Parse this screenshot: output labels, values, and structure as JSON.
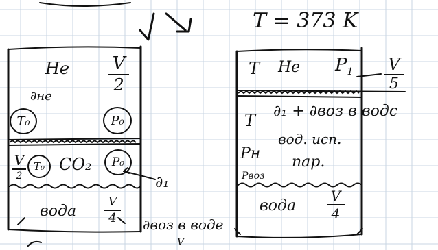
{
  "right": {
    "temperature": "T = 373 K",
    "piston_left_T": "T",
    "gas": "He",
    "pressure": "P",
    "pressure_sub": "1",
    "vol_num": "V",
    "vol_den": "5",
    "mid_T": "T",
    "mid_label": "∂₁ + ∂воз в водс",
    "mid_line2": "вод. исп.",
    "mid_line3": "пар.",
    "pn": "Pн",
    "pvoz": "Pвоз",
    "water": "вода",
    "water_num": "V",
    "water_den": "4"
  },
  "left": {
    "gas_top": "He",
    "nu": "∂не",
    "vol_top_num": "V",
    "vol_top_den": "2",
    "t0_a": "T₀",
    "p0_a": "P₀",
    "vol_mid_num": "V",
    "vol_mid_den": "2",
    "t0_b": "T₀",
    "co2": "CO₂",
    "p0_b": "P₀",
    "nu1": "∂₁",
    "water": "вода",
    "water_num": "V",
    "water_den": "4",
    "note": "∂воз в воде",
    "note_sub": "V"
  },
  "arrows": {
    "left_arrow": "↓",
    "right_arrow": "↘"
  }
}
